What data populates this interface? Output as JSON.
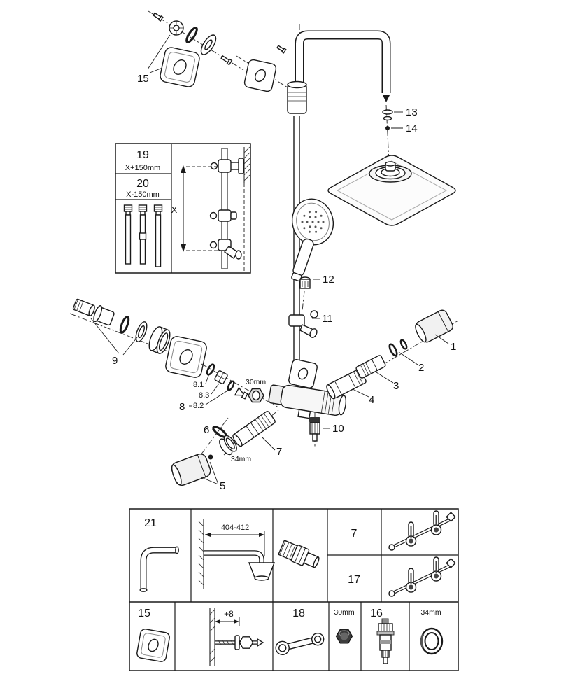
{
  "style": {
    "line_color": "#1a1a1a",
    "background": "#ffffff"
  },
  "callouts": {
    "escutcheon_top": "15",
    "washer_set": "13",
    "screw": "14",
    "flow_nut": "12",
    "slider": "11",
    "union_set": "9",
    "check_group": "8",
    "check_1": "8.1",
    "check_3": "8.3",
    "check_2": "8.2",
    "nut_size": "30mm",
    "part_1": "1",
    "part_2": "2",
    "part_3": "3",
    "part_4": "4",
    "part_10": "10",
    "part_6": "6",
    "part_7": "7",
    "ring_size": "34mm",
    "part_5": "5"
  },
  "inset": {
    "item_19": "19",
    "item_19_dim": "X+150mm",
    "item_20": "20",
    "item_20_dim": "X-150mm",
    "x_label": "X"
  },
  "table": {
    "item_21": "21",
    "arm_dim": "404-412",
    "item_7": "7",
    "item_17": "17",
    "item_15": "15",
    "depth_dim": "+8",
    "item_18": "18",
    "nut_size": "30mm",
    "item_16": "16",
    "ring_size": "34mm"
  }
}
